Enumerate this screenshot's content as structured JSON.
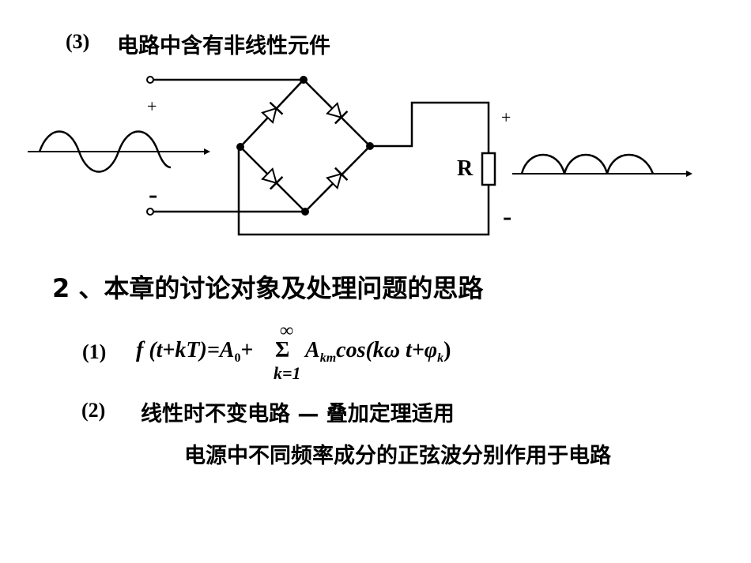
{
  "item3": {
    "label": "(3)",
    "text": "电路中含有非线性元件"
  },
  "circuit": {
    "plus_in": "+",
    "minus_in": "-",
    "resistor": "R",
    "plus_out": "+",
    "minus_out": "-"
  },
  "section2": {
    "text": "2 、本章的讨论对象及处理问题的思路"
  },
  "item1": {
    "label": "(1)",
    "f": "f",
    "arg": "(t+kT)=A",
    "a0sub": "0",
    "plus": "+",
    "sigma": "Σ",
    "inf": "∞",
    "k1": "k=1",
    "A": "A",
    "km": "km",
    "cos": "cos(kω t+φ",
    "ksub": "k",
    "close": ")"
  },
  "item2": {
    "label": "(2)",
    "text": "线性时不变电路 — 叠加定理适用",
    "line2": "电源中不同频率成分的正弦波分别作用于电路"
  }
}
